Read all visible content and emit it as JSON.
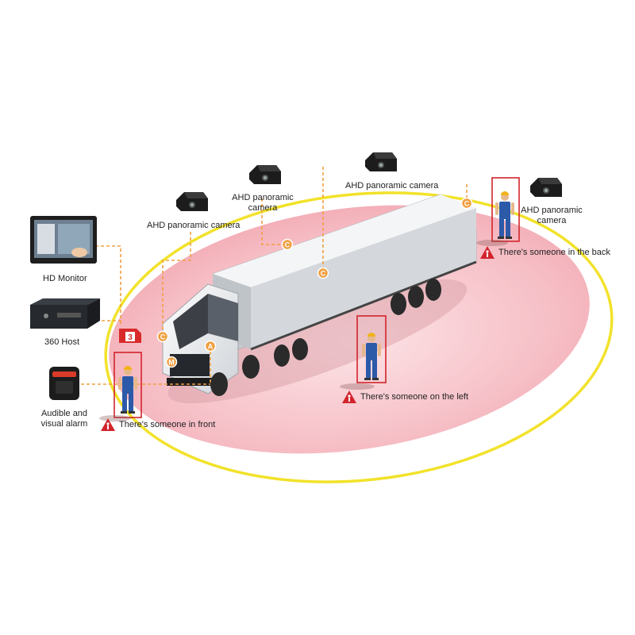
{
  "devices": {
    "monitor": "HD Monitor",
    "host": "360 Host",
    "alarm_line1": "Audible and",
    "alarm_line2": "visual alarm"
  },
  "cameras": {
    "left": "AHD panoramic camera",
    "mid_line1": "AHD panoramic",
    "mid_line2": "camera",
    "top": "AHD panoramic camera",
    "right_line1": "AHD panoramic",
    "right_line2": "camera"
  },
  "markers": {
    "c": "C",
    "a": "A",
    "m": "M",
    "sd_number": "3"
  },
  "warnings": {
    "front": "There's someone in front",
    "left": "There's someone on the left",
    "back": "There's someone in the back"
  },
  "colors": {
    "zone_fill": "#f7c9cf",
    "boundary": "#f2e22a",
    "connector": "#f0a041",
    "detect_box": "#d2242c"
  }
}
